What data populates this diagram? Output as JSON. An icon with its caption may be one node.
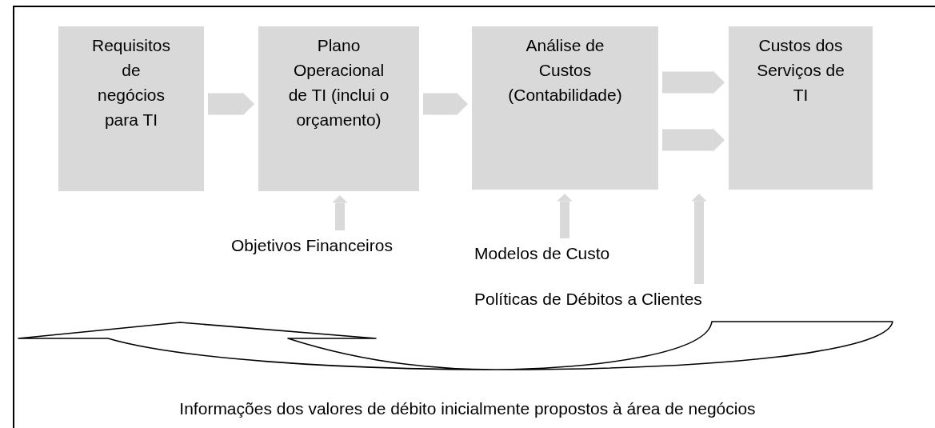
{
  "diagram": {
    "nodes": [
      {
        "text": [
          "Requisitos de negócios para TI"
        ]
      },
      {
        "text": [
          "Plano Operacional de TI (inclui o orçamento)"
        ]
      },
      {
        "text": [
          "Análise de Custos (Contabilidade)"
        ]
      },
      {
        "text": [
          "Custos dos Serviços de TI"
        ]
      },
      {
        "text": [
          "Objetivos Financeiros"
        ]
      },
      {
        "text": [
          "Modelos de Custo"
        ]
      },
      {
        "text": [
          "Políticas de Débitos a Clientes"
        ]
      }
    ],
    "edges": [
      {
        "from": 0,
        "to": 1,
        "arrow": "to"
      },
      {
        "from": 1,
        "to": 2,
        "arrow": "to"
      },
      {
        "from": 2,
        "to": 3,
        "arrow": "to"
      },
      {
        "from": 2,
        "to": 3,
        "arrow": "to"
      },
      {
        "from": 4,
        "to": 1,
        "arrow": "to"
      },
      {
        "from": 5,
        "to": 2,
        "arrow": "to"
      },
      {
        "from": 6,
        "to": 3,
        "arrow": "to"
      }
    ],
    "labels": [
      "Informações dos valores de débito inicialmente propostos à área de negócios"
    ]
  }
}
